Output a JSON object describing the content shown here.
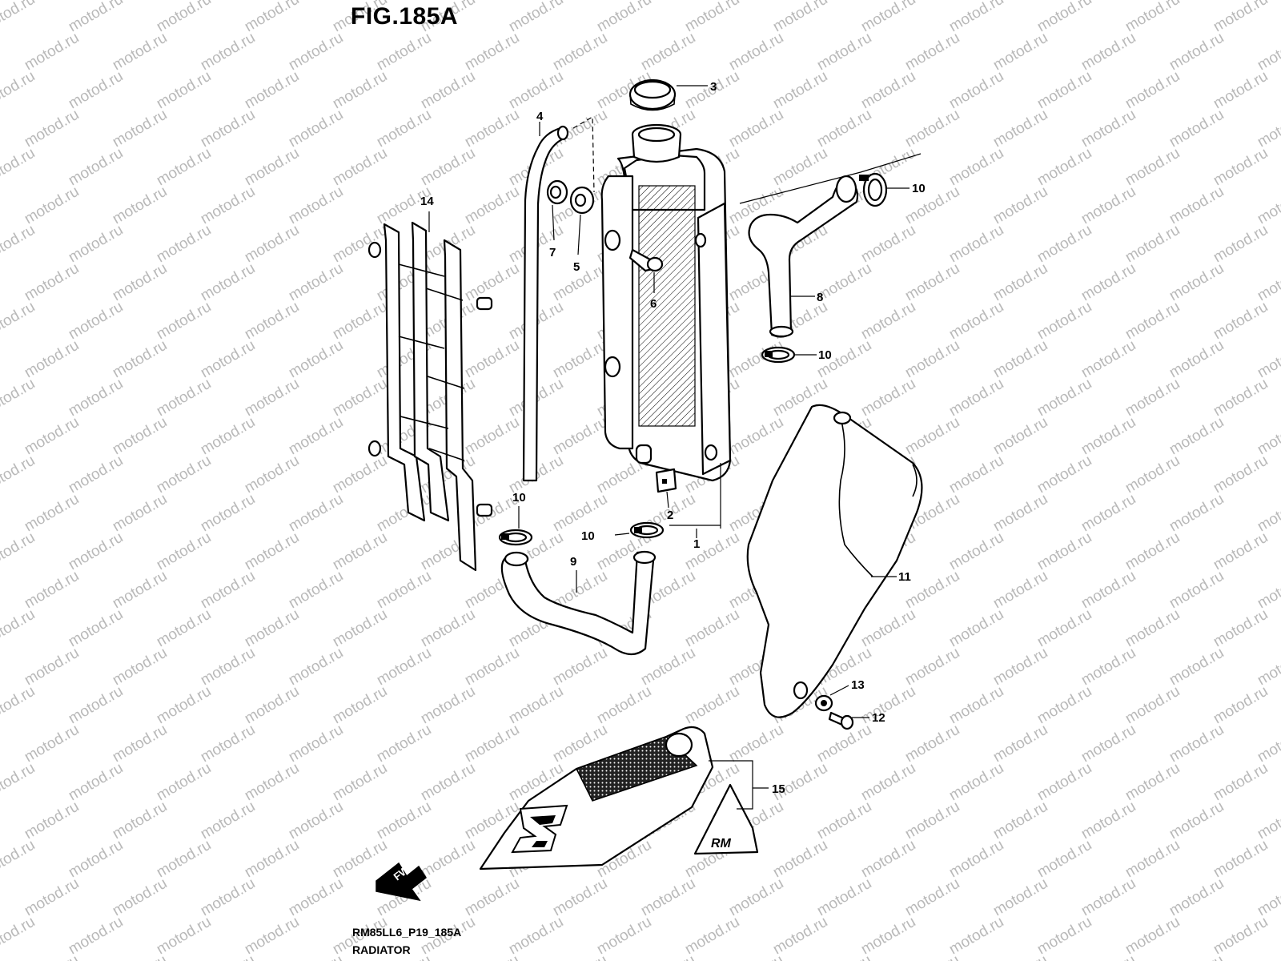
{
  "figure": {
    "title": "FIG.185A",
    "code": "RM85LL6_P19_185A",
    "name": "RADIATOR"
  },
  "watermark": "motod.ru",
  "direction_arrow": {
    "label": "FWD",
    "icon": "fwd-arrow-icon"
  },
  "decal_text": "RM",
  "callouts": [
    {
      "id": "c1",
      "label": "1"
    },
    {
      "id": "c2",
      "label": "2"
    },
    {
      "id": "c3",
      "label": "3"
    },
    {
      "id": "c4",
      "label": "4"
    },
    {
      "id": "c5",
      "label": "5"
    },
    {
      "id": "c6",
      "label": "6"
    },
    {
      "id": "c7",
      "label": "7"
    },
    {
      "id": "c8",
      "label": "8"
    },
    {
      "id": "c9",
      "label": "9"
    },
    {
      "id": "c10a",
      "label": "10"
    },
    {
      "id": "c10b",
      "label": "10"
    },
    {
      "id": "c10c",
      "label": "10"
    },
    {
      "id": "c10d",
      "label": "10"
    },
    {
      "id": "c11",
      "label": "11"
    },
    {
      "id": "c12",
      "label": "12"
    },
    {
      "id": "c13",
      "label": "13"
    },
    {
      "id": "c14",
      "label": "14"
    },
    {
      "id": "c15",
      "label": "15"
    }
  ]
}
